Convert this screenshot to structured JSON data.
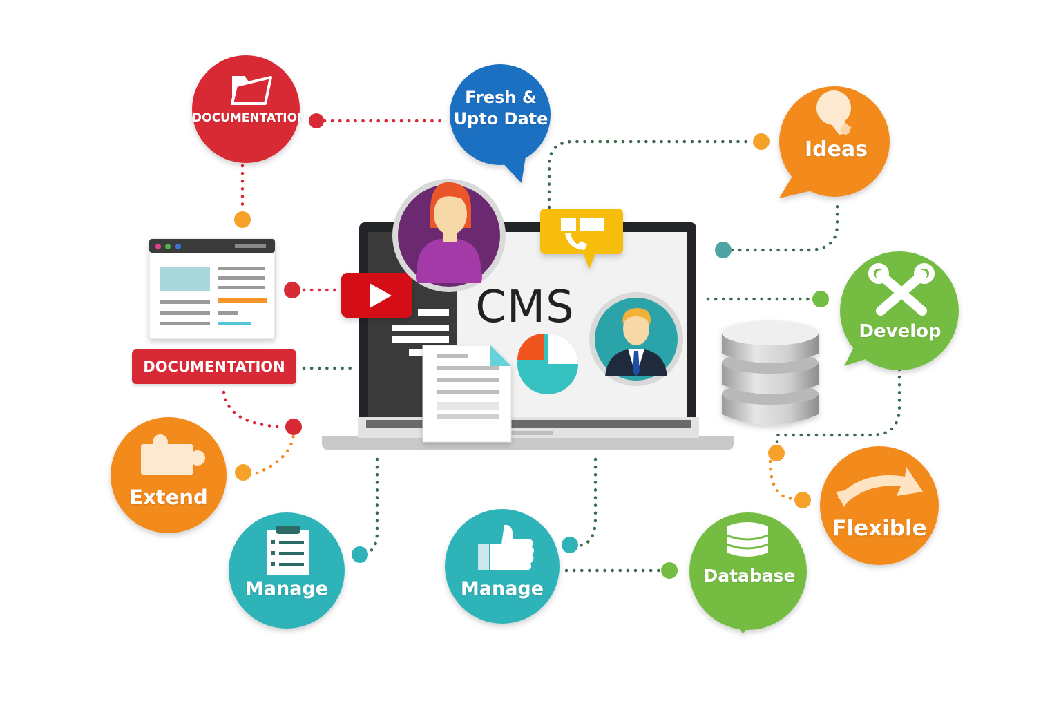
{
  "center": {
    "title": "CMS"
  },
  "bubbles": {
    "documentation_top": "DOCUMENTATION",
    "fresh_line1": "Fresh &",
    "fresh_line2": "Upto Date",
    "ideas": "Ideas",
    "develop": "Develop",
    "extend": "Extend",
    "manage_left": "Manage",
    "manage_center": "Manage",
    "database": "Database",
    "flexible": "Flexible"
  },
  "documentation_banner": "DOCUMENTATION",
  "colors": {
    "red": "#d82a36",
    "blue": "#1e6fc2",
    "orange": "#f28a1f",
    "green": "#74bd43",
    "teal": "#2fb3b8",
    "purple": "#6b2a6f",
    "yellow": "#f6bd0f"
  },
  "icons": [
    "folder-icon",
    "lightbulb-icon",
    "wrench-screwdriver-icon",
    "puzzle-icon",
    "clipboard-icon",
    "thumbs-up-icon",
    "database-icon",
    "arrow-icon",
    "play-icon",
    "chat-phone-icon"
  ]
}
